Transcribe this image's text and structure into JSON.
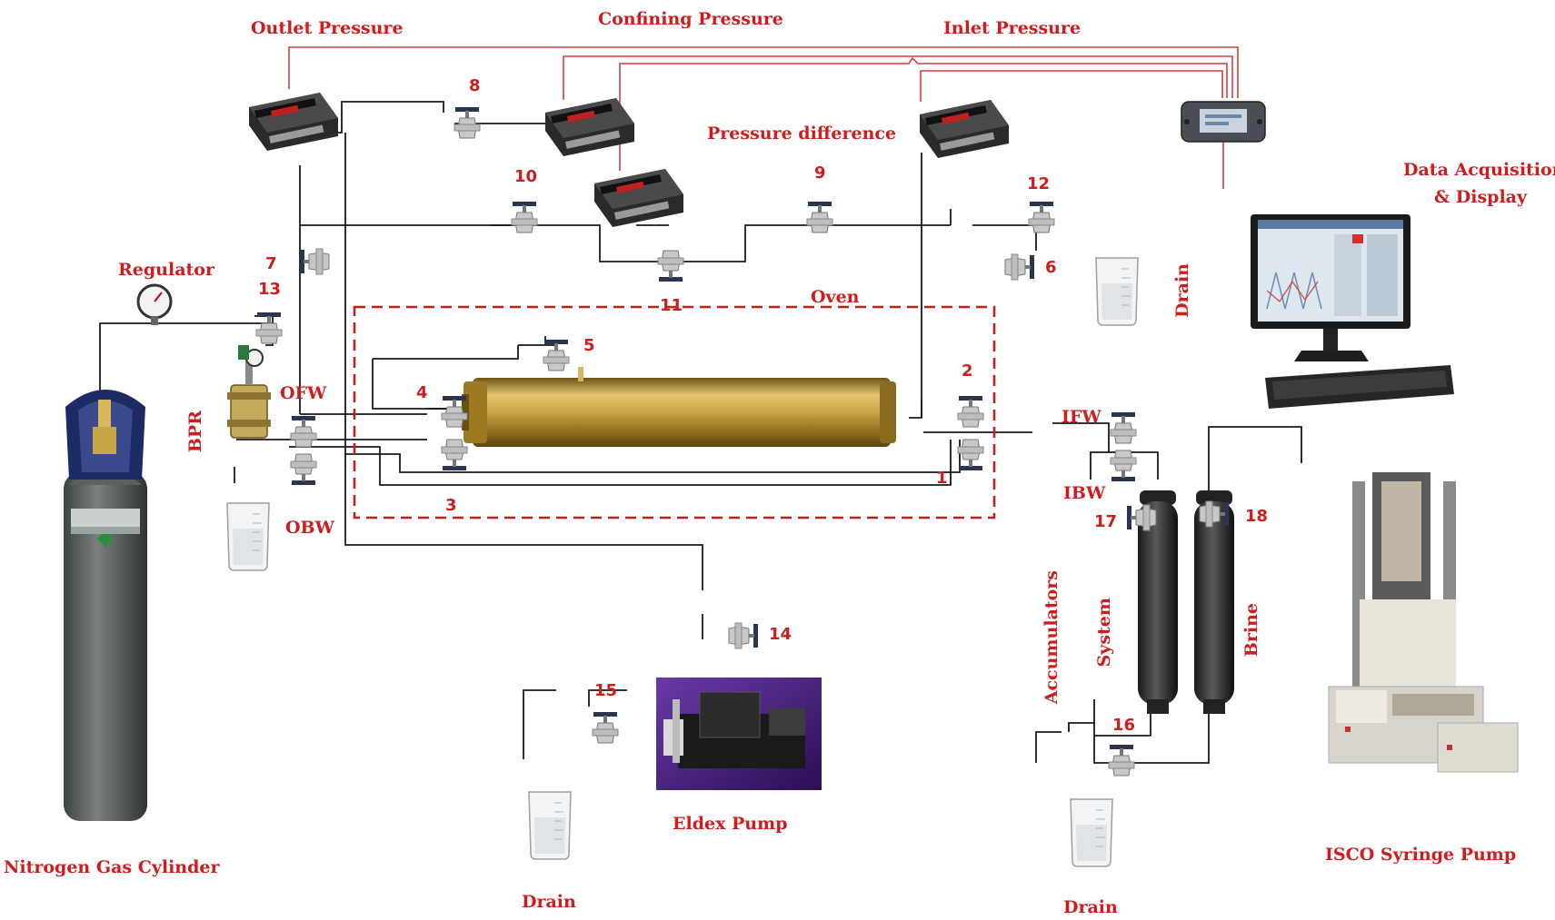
{
  "labels": {
    "outlet_pressure": "Outlet Pressure",
    "confining_pressure": "Confining Pressure",
    "inlet_pressure": "Inlet Pressure",
    "pressure_difference": "Pressure difference",
    "data_acquisition": "Data Acquisition",
    "data_acquisition_2": "& Display",
    "regulator": "Regulator",
    "oven": "Oven",
    "drain_right_vertical": "Drain",
    "bpr": "BPR",
    "ofw": "OFW",
    "obw": "OBW",
    "ifw": "IFW",
    "ibw": "IBW",
    "accumulators": "Accumulators",
    "system": "System",
    "brine": "Brine",
    "nitrogen_cylinder": "Nitrogen Gas Cylinder",
    "eldex_pump": "Eldex Pump",
    "drain_left": "Drain",
    "drain_mid": "Drain",
    "isco_pump": "ISCO Syringe Pump"
  },
  "valves": {
    "v1": "1",
    "v2": "2",
    "v3": "3",
    "v4": "4",
    "v5": "5",
    "v6": "6",
    "v7": "7",
    "v8": "8",
    "v9": "9",
    "v10": "10",
    "v11": "11",
    "v12": "12",
    "v13": "13",
    "v14": "14",
    "v15": "15",
    "v16": "16",
    "v17": "17",
    "v18": "18"
  },
  "colors": {
    "label_red": "#d01c1c",
    "signal_line": "#d04040",
    "pipe": "#1a1a1a",
    "oven_border": "#c0201f",
    "core_holder": "#b8942e"
  }
}
